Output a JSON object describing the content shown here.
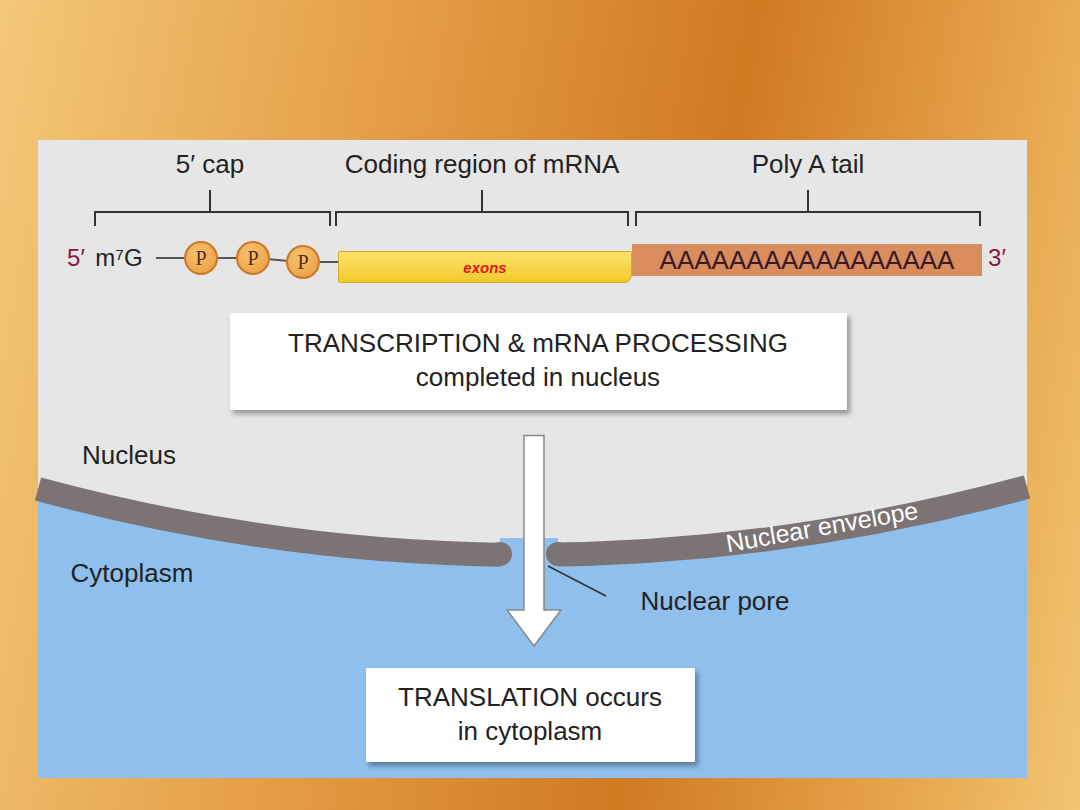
{
  "diagram": {
    "nodes": [
      {
        "text": [
          "P"
        ]
      },
      {
        "text": [
          "P"
        ]
      },
      {
        "text": [
          "P"
        ]
      },
      {
        "text": [
          "exons"
        ]
      },
      {
        "text": [
          "AAAAAAAAAAAAAAAAA"
        ]
      },
      {
        "text": [
          "TRANSCRIPTION & mRNA PROCESSING completed in nucleus"
        ]
      },
      {
        "text": [
          "TRANSLATION occurs in cytoplasm"
        ]
      }
    ],
    "edges": [
      {
        "from": 0,
        "to": 1,
        "arrow": "none"
      },
      {
        "from": 1,
        "to": 2,
        "arrow": "none"
      },
      {
        "from": 2,
        "to": 3,
        "arrow": "none"
      },
      {
        "from": 5,
        "to": 6,
        "arrow": "to"
      }
    ],
    "labels": [
      "5′ cap",
      "Coding region of mRNA",
      "Poly A tail",
      "5′",
      "m⁷G",
      "3′",
      "Nucleus",
      "Cytoplasm",
      "Nuclear envelope",
      "Nuclear pore"
    ]
  }
}
